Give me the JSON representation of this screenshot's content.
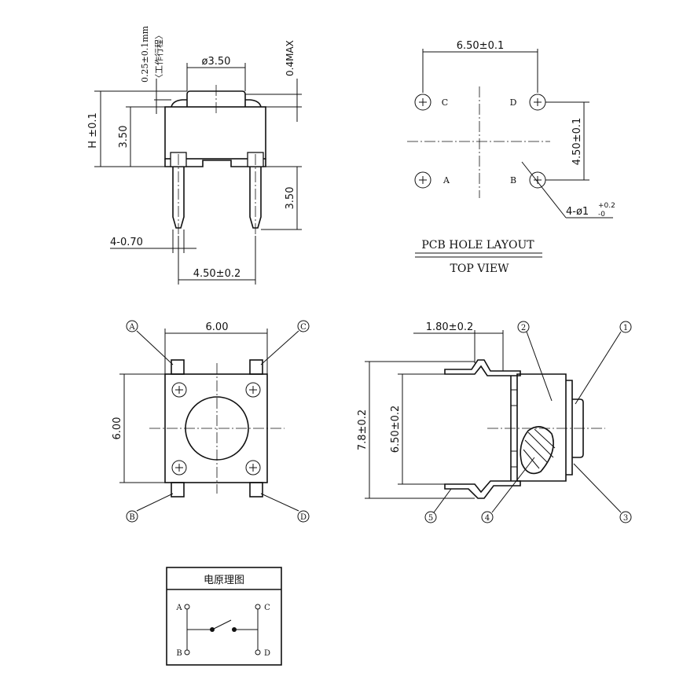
{
  "side_view": {
    "stroke_label": "0.25±0.1mm",
    "stroke_label_cn": "〈工作行程〉",
    "cap_diameter": "ø3.50",
    "max_label": "0.4MAX",
    "height_label": "H ±0.1",
    "body_height": "3.50",
    "pin_length": "3.50",
    "pin_width": "4-0.70",
    "pin_pitch": "4.50±0.2"
  },
  "pcb_layout": {
    "width_label": "6.50±0.1",
    "height_label": "4.50±0.1",
    "hole_label": "4-ø1",
    "hole_tol_plus": "+0.2",
    "hole_tol_minus": "-0",
    "pins": [
      "C",
      "D",
      "A",
      "B"
    ],
    "title": "PCB HOLE LAYOUT",
    "subtitle": "TOP VIEW"
  },
  "top_view": {
    "width_label": "6.00",
    "height_label": "6.00",
    "callouts": [
      "A",
      "C",
      "B",
      "D"
    ]
  },
  "section_view": {
    "lead_width": "1.80±0.2",
    "overall_height": "7.8±0.2",
    "body_height": "6.50±0.2",
    "callouts": [
      "1",
      "2",
      "3",
      "4",
      "5"
    ]
  },
  "schematic": {
    "title": "电原理图",
    "pins": [
      "A",
      "B",
      "C",
      "D"
    ]
  }
}
